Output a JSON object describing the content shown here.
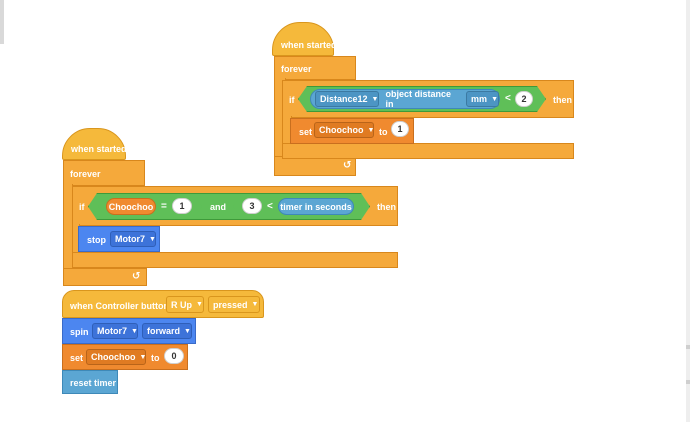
{
  "stack1": {
    "hat": "when started",
    "forever": "forever",
    "if_label": "if",
    "condition_sensor": "Distance12",
    "condition_text": "object distance in",
    "condition_unit": "mm",
    "operator": "<",
    "value": "2",
    "then_label": "then",
    "set_label": "set",
    "variable": "Choochoo",
    "to_label": "to",
    "set_value": "1",
    "loop_icon": "↺"
  },
  "stack2": {
    "hat": "when started",
    "forever": "forever",
    "if_label": "if",
    "var": "Choochoo",
    "eq": "=",
    "eq_value": "1",
    "and_label": "and",
    "lt_value": "3",
    "lt": "<",
    "timer": "timer in seconds",
    "then_label": "then",
    "stop_label": "stop",
    "motor": "Motor7",
    "loop_icon": "↺"
  },
  "stack3": {
    "hat_label": "when Controller button",
    "button": "R Up",
    "event": "pressed",
    "spin_label": "spin",
    "spin_motor": "Motor7",
    "direction": "forward",
    "set_label": "set",
    "variable": "Choochoo",
    "to_label": "to",
    "set_value": "0",
    "reset_label": "reset timer"
  },
  "colors": {
    "events": "#f5b93b",
    "control": "#f5a93b",
    "operators": "#4fae4b",
    "motion": "#4c86f0",
    "variables": "#f08a2f",
    "sensing": "#5ba6d3"
  }
}
